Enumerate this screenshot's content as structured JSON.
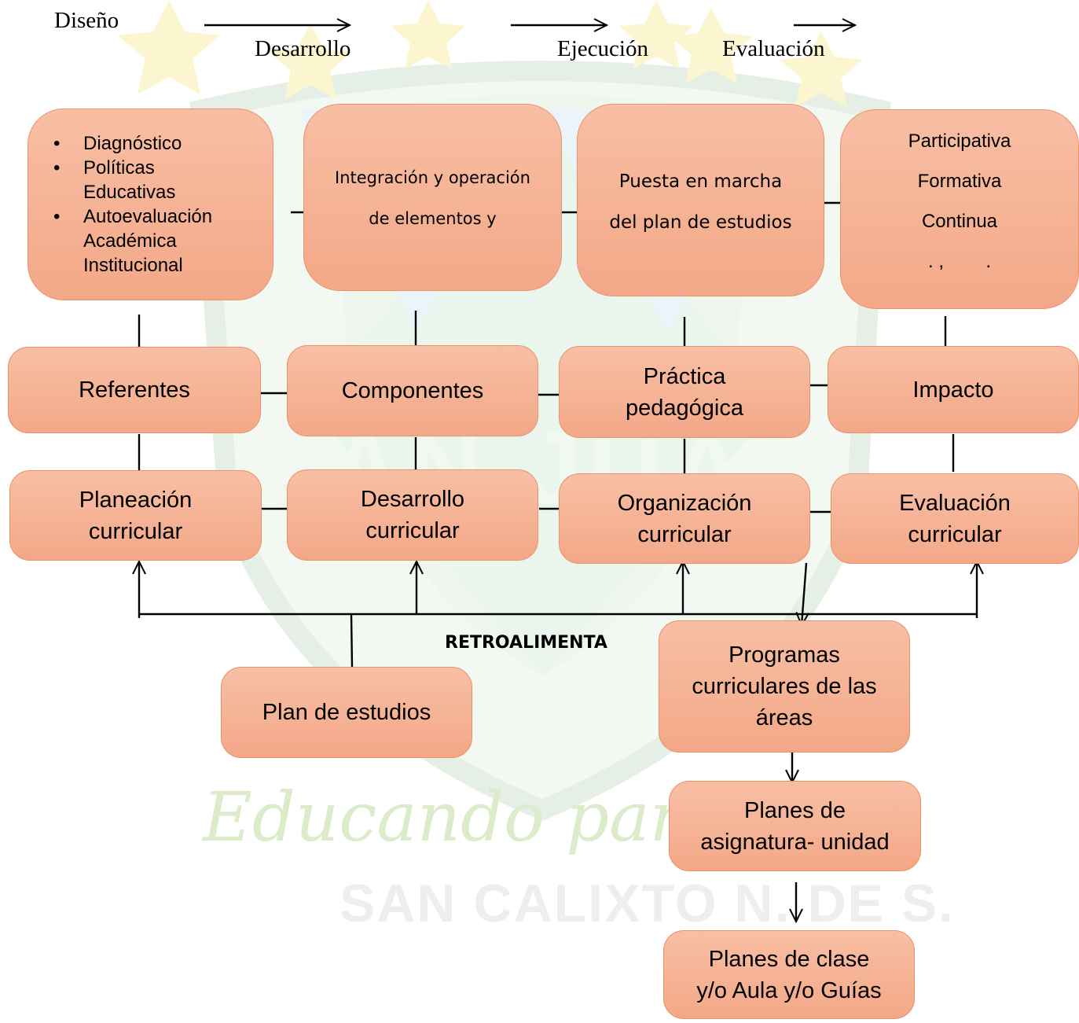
{
  "header": {
    "phase_1": "Diseño",
    "phase_2": "Desarrollo",
    "phase_3": "Ejecución",
    "phase_4": "Evaluación"
  },
  "detail_boxes": {
    "diseno_items": [
      "Diagnóstico",
      "Políticas",
      "Educativas",
      "Autoevaluación",
      "Académica",
      "Institucional"
    ],
    "desarrollo_lines": [
      "Integración y operación",
      "de elementos y"
    ],
    "ejecucion_lines": [
      "Puesta en marcha",
      "del plan de estudios"
    ],
    "evaluacion_lines": [
      "Participativa",
      "Formativa",
      "Continua",
      ". ,        ."
    ]
  },
  "row_1": {
    "referentes": "Referentes",
    "componentes": "Componentes",
    "practica_line1": "Práctica",
    "practica_line2": "pedagógica",
    "impacto": "Impacto"
  },
  "row_2": {
    "planeacion_line1": "Planeación",
    "planeacion_line2": "curricular",
    "desarrollo_line1": "Desarrollo",
    "desarrollo_line2": "curricular",
    "organizacion_line1": "Organización",
    "organizacion_line2": "curricular",
    "evaluacion_line1": "Evaluación",
    "evaluacion_line2": "curricular"
  },
  "feedback_label": "RETROALIMENTA",
  "plan_estudios": "Plan de estudios",
  "programas": [
    "Programas",
    "curriculares de las",
    "áreas"
  ],
  "planes_asignatura": [
    "Planes de",
    "asignatura- unidad"
  ],
  "planes_clase": [
    "Planes de clase",
    "y/o Aula y/o Guías"
  ],
  "watermark": {
    "name": "SAN JUAN",
    "motto": "Educando para el",
    "city": "SAN CALIXTO N. DE S."
  },
  "colors": {
    "box_top": "#f8bfa5",
    "box_bottom": "#f3a887",
    "box_border": "#e8926a",
    "line": "#000000"
  }
}
